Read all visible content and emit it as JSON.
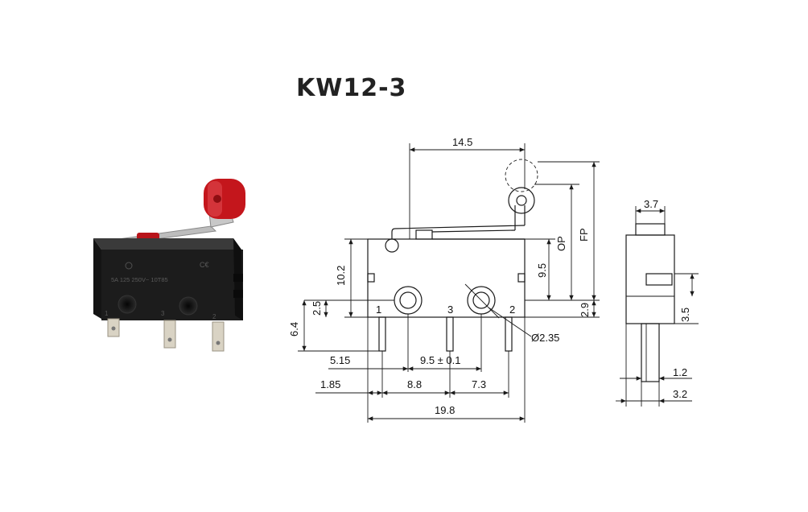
{
  "title": "KW12-3",
  "colors": {
    "body": "#1c1c1c",
    "roller": "#c4161c",
    "lever": "#c8c8c8",
    "line": "#1a1a1a"
  },
  "photo": {
    "icon": "micro-switch-photo",
    "marking": "5A 125 250V~ 10T85",
    "terminal_marks": [
      "1",
      "3",
      "2"
    ]
  },
  "front_view": {
    "dims": {
      "top_width": "14.5",
      "height_body": "10.2",
      "pin_center_height": "2.5",
      "pin_length": "6.4",
      "right_height": "9.5",
      "op": "OP",
      "fp": "FP",
      "bottom_offset": "2.9",
      "hole_diameter": "Ø2.35",
      "left_offset": "5.15",
      "hole_pitch": "9.5 ± 0.1",
      "pin_offset": "1.85",
      "pin_pitch_left": "8.8",
      "pin_pitch_right": "7.3",
      "total_width": "19.8"
    },
    "pins": [
      "1",
      "3",
      "2"
    ]
  },
  "side_view": {
    "dims": {
      "top_width": "3.7",
      "pin_height": "3.5",
      "pin_width": "1.2",
      "pin_offset": "3.2"
    }
  }
}
